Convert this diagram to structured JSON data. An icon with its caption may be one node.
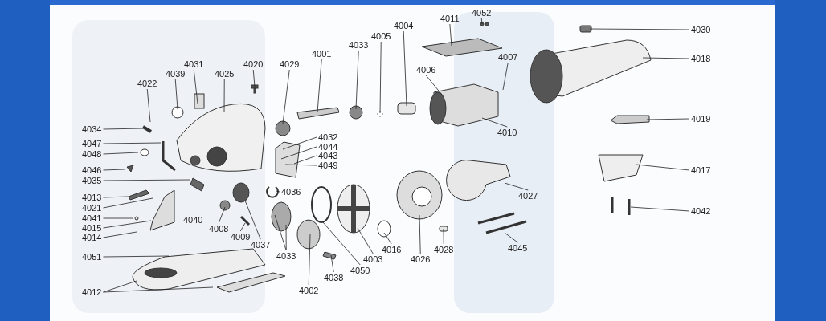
{
  "diagram": {
    "nodes": [
      {
        "text": [
          "4052"
        ]
      },
      {
        "text": [
          "4011"
        ]
      },
      {
        "text": [
          "4004"
        ]
      },
      {
        "text": [
          "4005"
        ]
      },
      {
        "text": [
          "4033"
        ]
      },
      {
        "text": [
          "4001"
        ]
      },
      {
        "text": [
          "4029"
        ]
      },
      {
        "text": [
          "4020"
        ]
      },
      {
        "text": [
          "4031"
        ]
      },
      {
        "text": [
          "4039"
        ]
      },
      {
        "text": [
          "4025"
        ]
      },
      {
        "text": [
          "4022"
        ]
      },
      {
        "text": [
          "4034"
        ]
      },
      {
        "text": [
          "4047"
        ]
      },
      {
        "text": [
          "4048"
        ]
      },
      {
        "text": [
          "4046"
        ]
      },
      {
        "text": [
          "4035"
        ]
      },
      {
        "text": [
          "4013"
        ]
      },
      {
        "text": [
          "4021"
        ]
      },
      {
        "text": [
          "4041"
        ]
      },
      {
        "text": [
          "4015"
        ]
      },
      {
        "text": [
          "4014"
        ]
      },
      {
        "text": [
          "4051"
        ]
      },
      {
        "text": [
          "4012"
        ]
      },
      {
        "text": [
          "4040"
        ]
      },
      {
        "text": [
          "4008"
        ]
      },
      {
        "text": [
          "4009"
        ]
      },
      {
        "text": [
          "4037"
        ]
      },
      {
        "text": [
          "4036"
        ]
      },
      {
        "text": [
          "4032"
        ]
      },
      {
        "text": [
          "4044"
        ]
      },
      {
        "text": [
          "4043"
        ]
      },
      {
        "text": [
          "4049"
        ]
      },
      {
        "text": [
          "4033"
        ]
      },
      {
        "text": [
          "4002"
        ]
      },
      {
        "text": [
          "4038"
        ]
      },
      {
        "text": [
          "4050"
        ]
      },
      {
        "text": [
          "4003"
        ]
      },
      {
        "text": [
          "4016"
        ]
      },
      {
        "text": [
          "4026"
        ]
      },
      {
        "text": [
          "4028"
        ]
      },
      {
        "text": [
          "4006"
        ]
      },
      {
        "text": [
          "4007"
        ]
      },
      {
        "text": [
          "4010"
        ]
      },
      {
        "text": [
          "4027"
        ]
      },
      {
        "text": [
          "4045"
        ]
      },
      {
        "text": [
          "4030"
        ]
      },
      {
        "text": [
          "4018"
        ]
      },
      {
        "text": [
          "4019"
        ]
      },
      {
        "text": [
          "4017"
        ]
      },
      {
        "text": [
          "4042"
        ]
      }
    ],
    "edges": [
      {
        "from": 0,
        "to": null,
        "arrow": "none"
      },
      {
        "from": 1,
        "to": null,
        "arrow": "none"
      },
      {
        "from": 2,
        "to": null,
        "arrow": "none"
      },
      {
        "from": 3,
        "to": null,
        "arrow": "none"
      },
      {
        "from": 4,
        "to": null,
        "arrow": "none"
      },
      {
        "from": 5,
        "to": null,
        "arrow": "none"
      },
      {
        "from": 6,
        "to": null,
        "arrow": "none"
      },
      {
        "from": 7,
        "to": null,
        "arrow": "none"
      },
      {
        "from": 8,
        "to": null,
        "arrow": "none"
      },
      {
        "from": 9,
        "to": null,
        "arrow": "none"
      },
      {
        "from": 10,
        "to": null,
        "arrow": "none"
      },
      {
        "from": 11,
        "to": null,
        "arrow": "none"
      },
      {
        "from": 12,
        "to": null,
        "arrow": "none"
      },
      {
        "from": 13,
        "to": null,
        "arrow": "none"
      },
      {
        "from": 14,
        "to": null,
        "arrow": "none"
      },
      {
        "from": 15,
        "to": null,
        "arrow": "none"
      },
      {
        "from": 16,
        "to": null,
        "arrow": "none"
      },
      {
        "from": 17,
        "to": null,
        "arrow": "none"
      },
      {
        "from": 18,
        "to": null,
        "arrow": "none"
      },
      {
        "from": 19,
        "to": null,
        "arrow": "none"
      },
      {
        "from": 20,
        "to": null,
        "arrow": "none"
      },
      {
        "from": 21,
        "to": null,
        "arrow": "none"
      },
      {
        "from": 22,
        "to": null,
        "arrow": "none"
      },
      {
        "from": 23,
        "to": null,
        "arrow": "none"
      },
      {
        "from": 23,
        "to": null,
        "arrow": "none"
      },
      {
        "from": 25,
        "to": null,
        "arrow": "none"
      },
      {
        "from": 26,
        "to": null,
        "arrow": "none"
      },
      {
        "from": 27,
        "to": null,
        "arrow": "none"
      },
      {
        "from": 28,
        "to": null,
        "arrow": "none"
      },
      {
        "from": 29,
        "to": null,
        "arrow": "none"
      },
      {
        "from": 30,
        "to": null,
        "arrow": "none"
      },
      {
        "from": 31,
        "to": null,
        "arrow": "none"
      },
      {
        "from": 32,
        "to": null,
        "arrow": "none"
      },
      {
        "from": 33,
        "to": null,
        "arrow": "none"
      },
      {
        "from": 33,
        "to": null,
        "arrow": "none"
      },
      {
        "from": 34,
        "to": null,
        "arrow": "none"
      },
      {
        "from": 35,
        "to": null,
        "arrow": "none"
      },
      {
        "from": 36,
        "to": null,
        "arrow": "none"
      },
      {
        "from": 37,
        "to": null,
        "arrow": "none"
      },
      {
        "from": 38,
        "to": null,
        "arrow": "none"
      },
      {
        "from": 39,
        "to": null,
        "arrow": "none"
      },
      {
        "from": 40,
        "to": null,
        "arrow": "none"
      },
      {
        "from": 41,
        "to": null,
        "arrow": "none"
      },
      {
        "from": 42,
        "to": null,
        "arrow": "none"
      },
      {
        "from": 43,
        "to": null,
        "arrow": "none"
      },
      {
        "from": 44,
        "to": null,
        "arrow": "none"
      },
      {
        "from": 45,
        "to": null,
        "arrow": "none"
      },
      {
        "from": 46,
        "to": null,
        "arrow": "none"
      },
      {
        "from": 47,
        "to": null,
        "arrow": "none"
      },
      {
        "from": 48,
        "to": null,
        "arrow": "none"
      },
      {
        "from": 49,
        "to": null,
        "arrow": "none"
      },
      {
        "from": 50,
        "to": null,
        "arrow": "none"
      }
    ]
  }
}
